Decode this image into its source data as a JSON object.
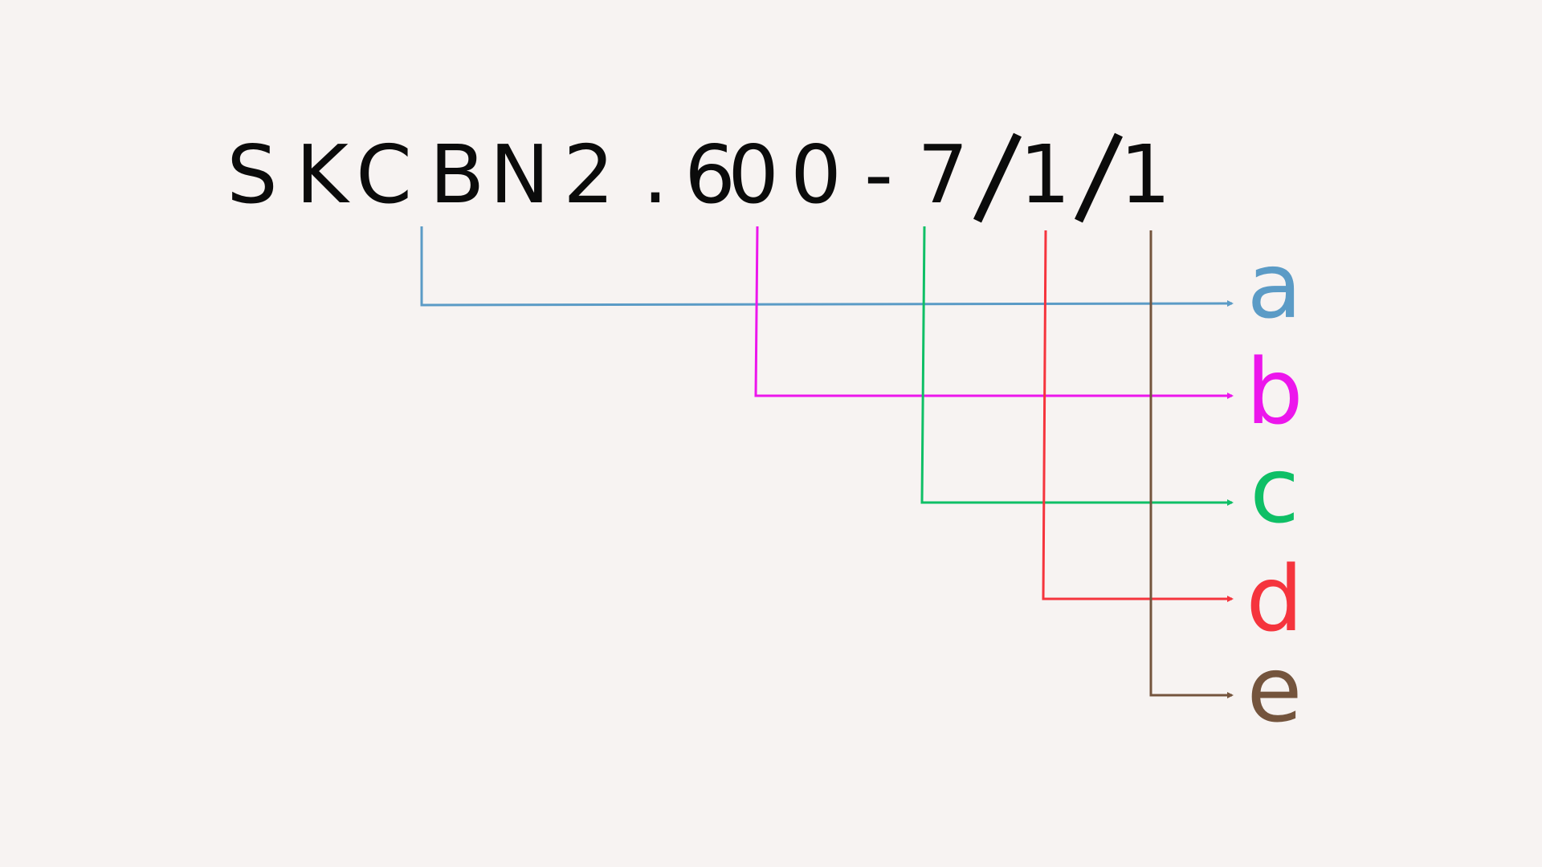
{
  "code": {
    "text": "SKCBN2.600-7/1/1",
    "color": "#0b0b0b"
  },
  "labels": [
    {
      "id": "a",
      "text": "a",
      "color": "#5b9bc6"
    },
    {
      "id": "b",
      "text": "b",
      "color": "#ec16ec"
    },
    {
      "id": "c",
      "text": "c",
      "color": "#0fbf66"
    },
    {
      "id": "d",
      "text": "d",
      "color": "#f5343d"
    },
    {
      "id": "e",
      "text": "e",
      "color": "#74543d"
    }
  ],
  "background": "#f7f3f2"
}
